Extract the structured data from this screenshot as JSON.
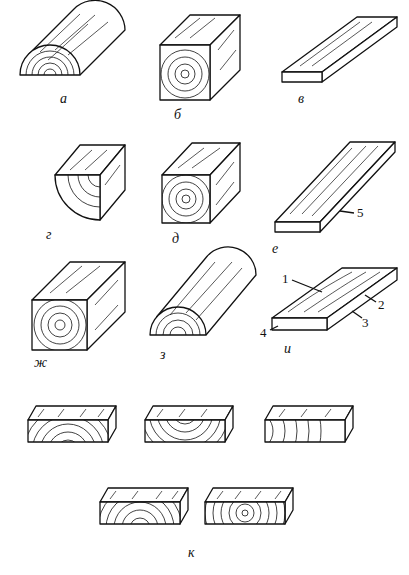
{
  "diagram": {
    "labels": [
      "а",
      "б",
      "в",
      "г",
      "д",
      "е",
      "5",
      "ж",
      "з",
      "1",
      "2",
      "3",
      "4",
      "и",
      "к"
    ]
  }
}
